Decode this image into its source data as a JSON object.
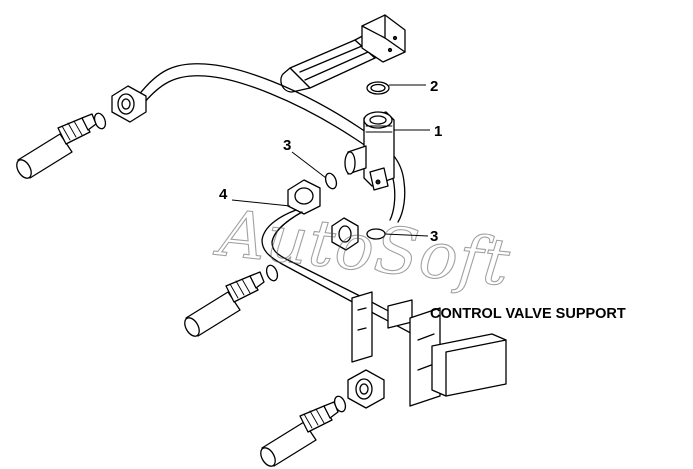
{
  "callouts": {
    "c1": "1",
    "c2": "2",
    "c3a": "3",
    "c3b": "3",
    "c4": "4"
  },
  "caption": "CONTROL VALVE SUPPORT",
  "watermark": "AutoSoft"
}
